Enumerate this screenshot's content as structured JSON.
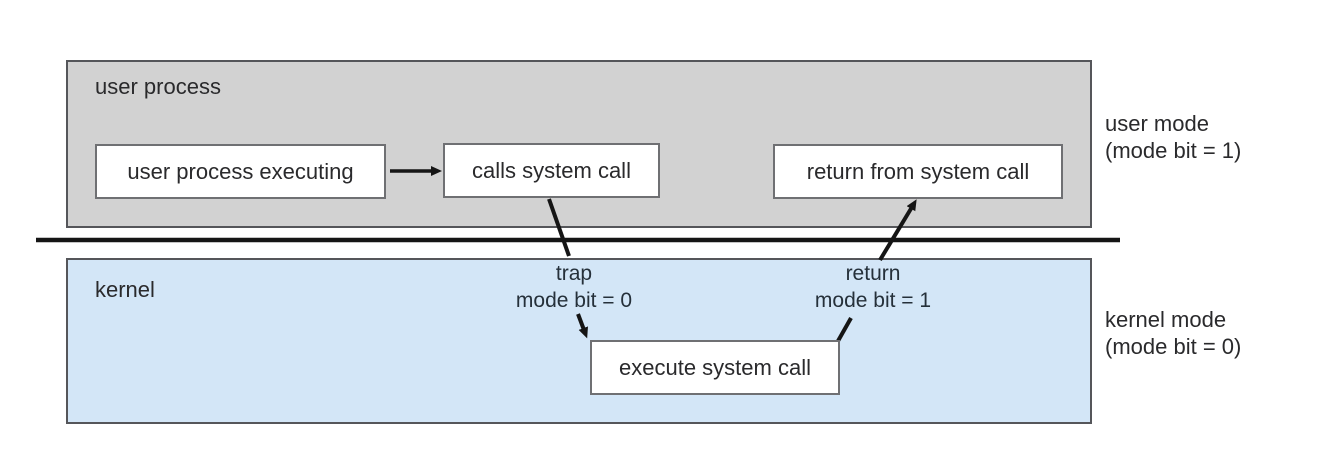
{
  "diagram": {
    "user_region": {
      "title": "user process",
      "boxes": [
        {
          "label": "user process executing"
        },
        {
          "label": "calls system call"
        },
        {
          "label": "return from system call"
        }
      ]
    },
    "kernel_region": {
      "title": "kernel",
      "boxes": [
        {
          "label": "execute system call"
        }
      ]
    },
    "transitions": {
      "trap_line1": "trap",
      "trap_line2": "mode bit = 0",
      "return_line1": "return",
      "return_line2": "mode bit = 1"
    },
    "side_labels": {
      "user_mode_line1": "user mode",
      "user_mode_line2": "(mode bit = 1)",
      "kernel_mode_line1": "kernel mode",
      "kernel_mode_line2": "(mode bit = 0)"
    },
    "colors": {
      "user_region_fill": "#d2d2d2",
      "kernel_region_fill": "#d3e6f7",
      "box_fill": "#ffffff",
      "line_color": "#151515"
    }
  }
}
